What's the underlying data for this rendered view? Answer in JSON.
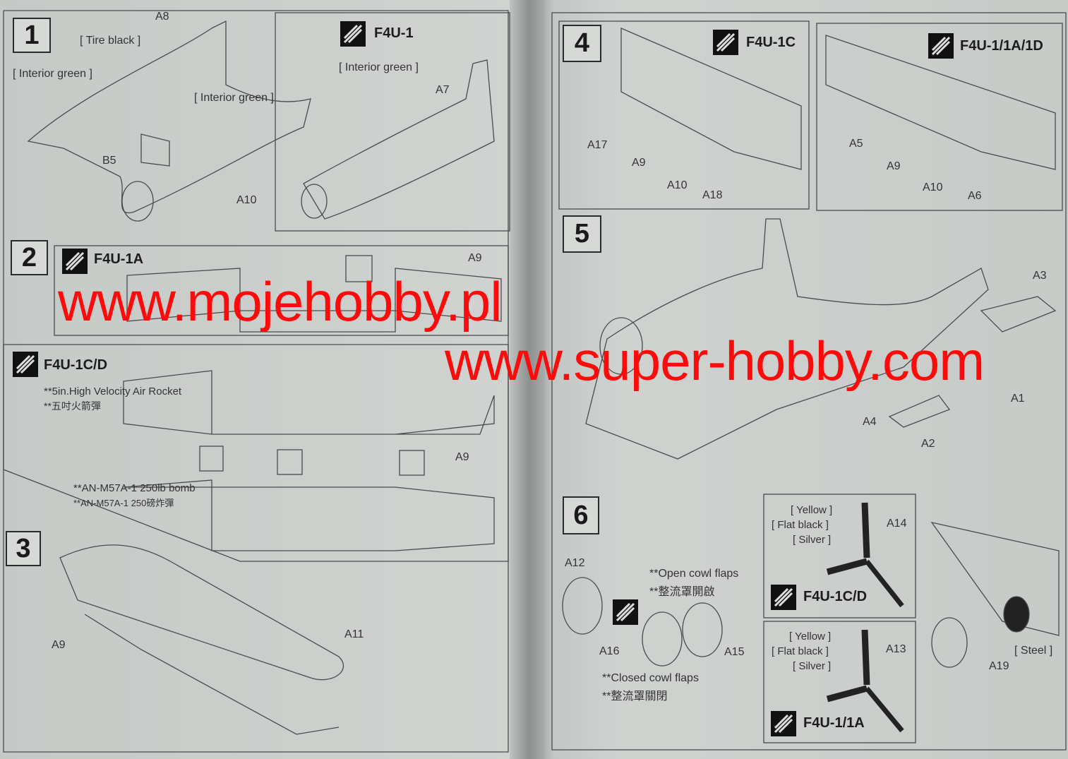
{
  "colors": {
    "watermark": "#ff0a0a",
    "paper": "#c9cdca",
    "ink": "#2a2c2c"
  },
  "watermarks": [
    "www.mojehobby.pl",
    "www.super-hobby.com"
  ],
  "step1": {
    "number": "1",
    "labels": {
      "a8": "A8",
      "tire": "[ Tire black ]",
      "int1": "[ Interior green ]",
      "int2": "[ Interior green ]",
      "b5": "B5",
      "a10": "A10"
    },
    "inset": {
      "variant": "F4U-1",
      "int": "[ Interior green ]",
      "a7": "A7"
    }
  },
  "step2": {
    "number": "2",
    "variant": "F4U-1A",
    "a9": "A9"
  },
  "panel_cd": {
    "variant": "F4U-1C/D",
    "rocket_en": "**5in.High Velocity Air Rocket",
    "rocket_zh": "**五吋火箭彈",
    "bomb_en": "**AN-M57A-1 250lb bomb",
    "bomb_zh": "**AN-M57A-1  250磅炸彈",
    "a9": "A9"
  },
  "step3": {
    "number": "3",
    "a9": "A9",
    "a11": "A11"
  },
  "step4": {
    "number": "4",
    "left": {
      "variant": "F4U-1C",
      "parts": [
        "A17",
        "A9",
        "A10",
        "A18"
      ]
    },
    "right": {
      "variant": "F4U-1/1A/1D",
      "parts": [
        "A5",
        "A9",
        "A10",
        "A6"
      ]
    }
  },
  "step5": {
    "number": "5",
    "parts": [
      "A3",
      "A1",
      "A4",
      "A2"
    ]
  },
  "step6": {
    "number": "6",
    "a12": "A12",
    "a16": "A16",
    "a15": "A15",
    "open_en": "**Open cowl flaps",
    "open_zh": "**整流罩開啟",
    "closed_en": "**Closed cowl flaps",
    "closed_zh": "**整流罩關閉",
    "prop1": {
      "variant": "F4U-1C/D",
      "yellow": "[ Yellow ]",
      "black": "[ Flat black ]",
      "silver": "[ Silver ]",
      "part": "A14"
    },
    "prop2": {
      "variant": "F4U-1/1A",
      "yellow": "[ Yellow ]",
      "black": "[ Flat black ]",
      "silver": "[ Silver ]",
      "part": "A13"
    },
    "steel": "[ Steel ]",
    "a19": "A19"
  }
}
